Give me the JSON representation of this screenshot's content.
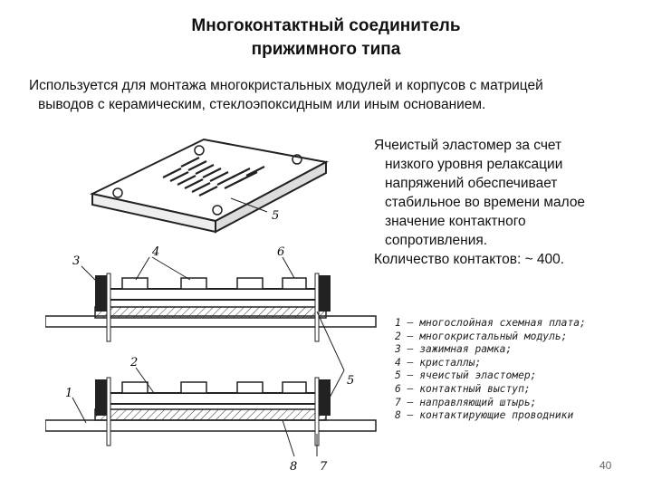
{
  "title": {
    "line1": "Многоконтактный соединитель",
    "line2": "прижимного типа"
  },
  "intro": {
    "line1": "Используется для монтажа многокристальных модулей и корпусов с матрицей",
    "line2": "выводов с керамическим, стеклоэпоксидным или иным основанием."
  },
  "side_text": {
    "lines": [
      "Ячеистый эластомер за счет",
      "низкого уровня релаксации",
      "напряжений обеспечивает",
      "стабильное во времени малое",
      "значение контактного",
      "сопротивления."
    ],
    "contacts": "Количество контактов: ~ 400."
  },
  "figure_labels": {
    "n1": "1",
    "n2": "2",
    "n3": "3",
    "n4": "4",
    "n5a": "5",
    "n5b": "5",
    "n6": "6",
    "n7": "7",
    "n8": "8"
  },
  "legend": [
    {
      "num": "1",
      "dash": "—",
      "text": "многослойная схемная плата;"
    },
    {
      "num": "2",
      "dash": "—",
      "text": "многокристальный модуль;"
    },
    {
      "num": "3",
      "dash": "—",
      "text": "зажимная рамка;"
    },
    {
      "num": "4",
      "dash": "—",
      "text": "кристаллы;"
    },
    {
      "num": "5",
      "dash": "—",
      "text": "ячеистый эластомер;"
    },
    {
      "num": "6",
      "dash": "—",
      "text": "контактный выступ;"
    },
    {
      "num": "7",
      "dash": "—",
      "text": "направляющий штырь;"
    },
    {
      "num": "8",
      "dash": "—",
      "text": "контактирующие проводники"
    }
  ],
  "page_number": "40"
}
